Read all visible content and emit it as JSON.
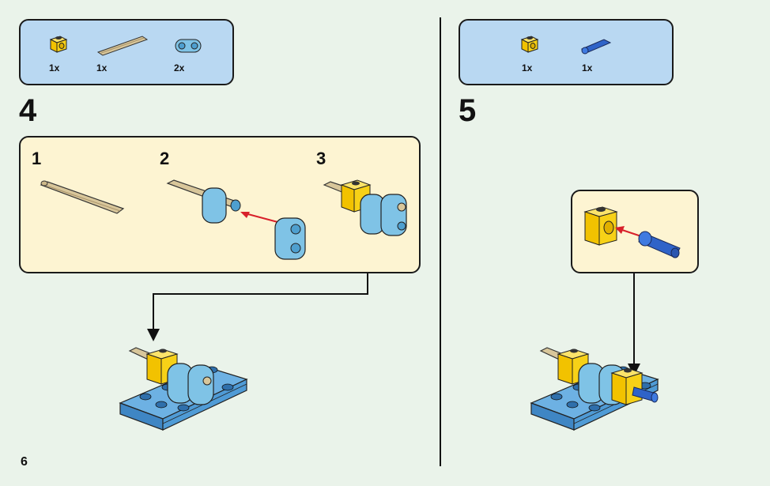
{
  "page": {
    "number": "6"
  },
  "step4": {
    "number": "4",
    "parts": [
      {
        "icon": "yellow-brick-icon",
        "qty": "1x"
      },
      {
        "icon": "tan-axle-icon",
        "qty": "1x"
      },
      {
        "icon": "azure-beam-icon",
        "qty": "2x"
      }
    ],
    "substeps": [
      "1",
      "2",
      "3"
    ]
  },
  "step5": {
    "number": "5",
    "parts": [
      {
        "icon": "yellow-brick-icon",
        "qty": "1x"
      },
      {
        "icon": "blue-pin-icon",
        "qty": "1x"
      }
    ]
  },
  "colors": {
    "background": "#eaf3ea",
    "parts_box": "#b9d8f2",
    "substep_box": "#fdf4d2",
    "yellow": "#f7d117",
    "azure": "#7fc3e6",
    "blue": "#2f63c8",
    "tan": "#d8c69a",
    "plate_blue": "#4f9bd6",
    "arrow_red": "#d8202a"
  }
}
